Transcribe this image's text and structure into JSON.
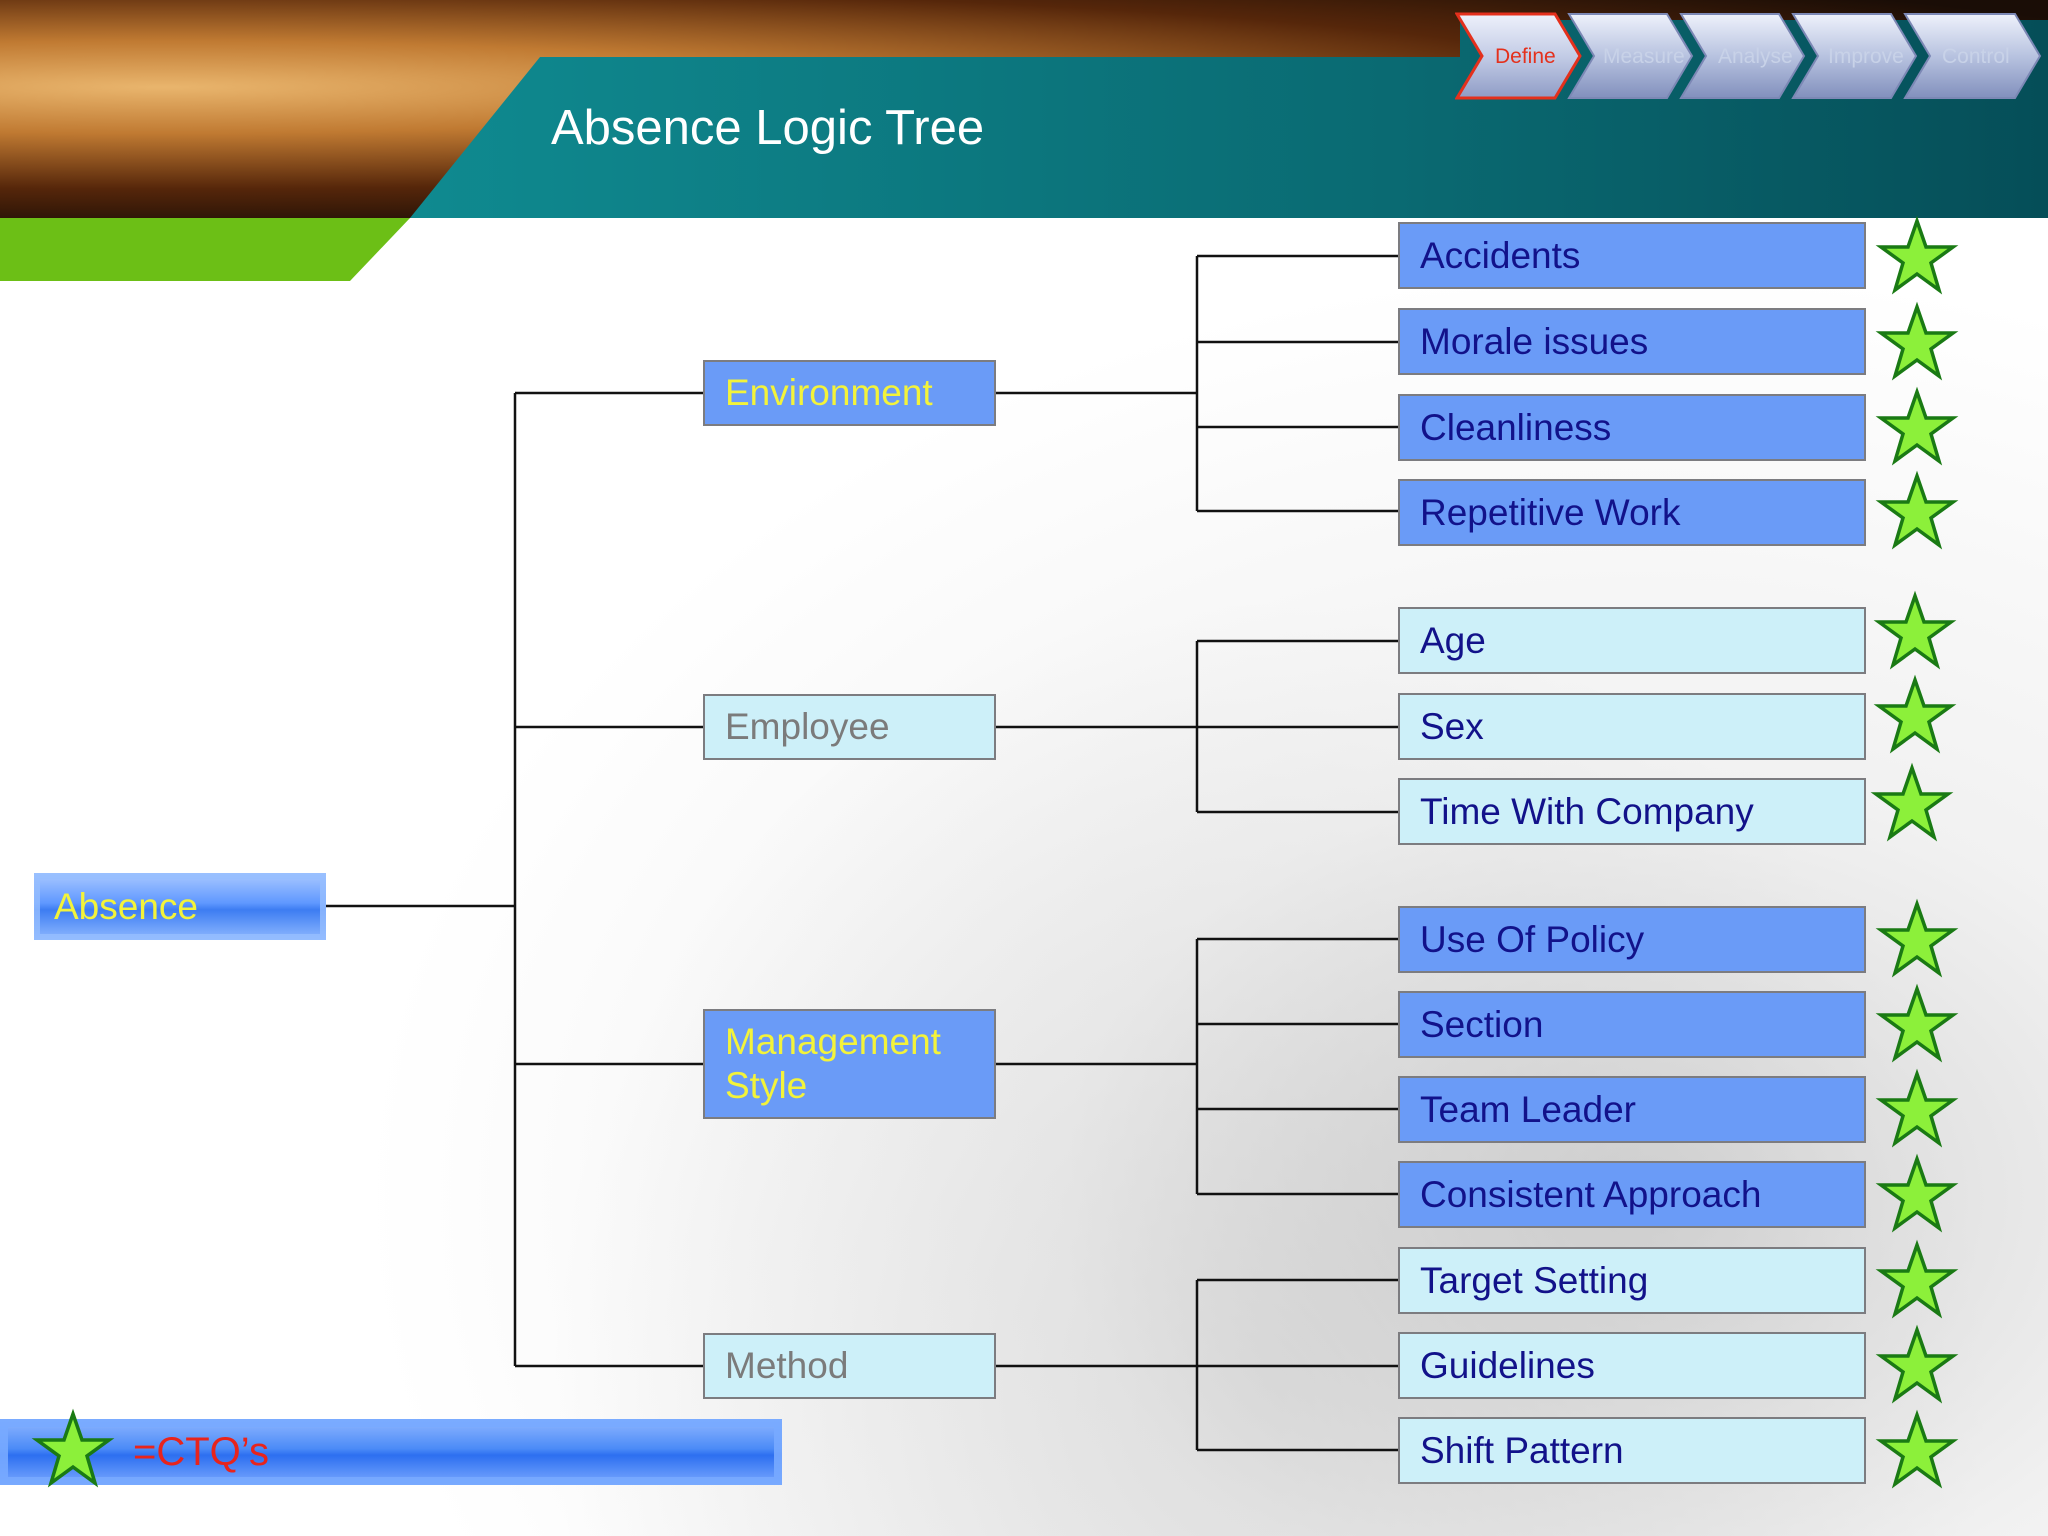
{
  "slide": {
    "title": "Absence Logic Tree"
  },
  "phase_nav": {
    "items": [
      {
        "label": "Define",
        "active": true
      },
      {
        "label": "Measure",
        "active": false
      },
      {
        "label": "Analyse",
        "active": false
      },
      {
        "label": "Improve",
        "active": false
      },
      {
        "label": "Control",
        "active": false
      }
    ]
  },
  "tree": {
    "root": "Absence",
    "branches": [
      {
        "label": "Environment",
        "style": "dark",
        "children": [
          "Accidents",
          "Morale issues",
          "Cleanliness",
          "Repetitive Work"
        ]
      },
      {
        "label": "Employee",
        "style": "light",
        "children": [
          "Age",
          "Sex",
          "Time With Company"
        ]
      },
      {
        "label": "Management Style",
        "style": "dark",
        "children": [
          "Use Of Policy",
          "Section",
          "Team Leader",
          "Consistent Approach"
        ]
      },
      {
        "label": "Method",
        "style": "light",
        "children": [
          "Target Setting",
          "Guidelines",
          "Shift Pattern"
        ]
      }
    ]
  },
  "legend": {
    "text": "=CTQ’s",
    "icon": "star-icon"
  },
  "colors": {
    "teal_header": "#0d7a80",
    "green_accent": "#6cbf16",
    "node_dark": "#6a9bf7",
    "node_light": "#cdf0f9",
    "star_fill": "#8cf03a",
    "star_stroke": "#1a7a14"
  }
}
